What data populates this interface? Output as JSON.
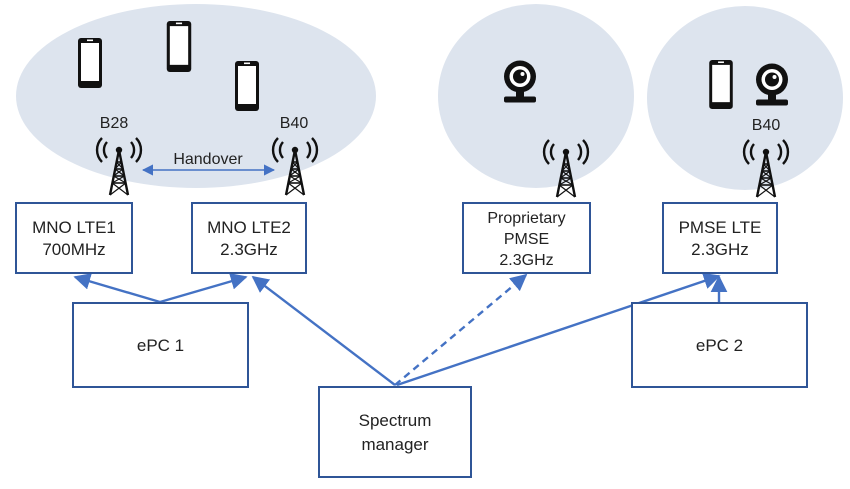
{
  "colors": {
    "cell": "#dde4ee",
    "box_border": "#2f5597",
    "link": "#4472c4",
    "device": "#111111",
    "text": "#222222"
  },
  "cells": [
    {
      "id": "cell-mno"
    },
    {
      "id": "cell-pmse-prop"
    },
    {
      "id": "cell-pmse-lte"
    }
  ],
  "devices": [
    {
      "id": "phone-1",
      "icon": "smartphone-icon"
    },
    {
      "id": "phone-2",
      "icon": "smartphone-icon"
    },
    {
      "id": "phone-3",
      "icon": "smartphone-icon"
    },
    {
      "id": "camera-1",
      "icon": "webcam-icon"
    },
    {
      "id": "phone-4",
      "icon": "smartphone-icon"
    },
    {
      "id": "camera-2",
      "icon": "webcam-icon"
    }
  ],
  "towers": [
    {
      "id": "tower-b28",
      "band": "B28",
      "icon": "antenna-tower-icon"
    },
    {
      "id": "tower-b40-mno",
      "band": "B40",
      "icon": "antenna-tower-icon"
    },
    {
      "id": "tower-prop",
      "band": "",
      "icon": "antenna-tower-icon"
    },
    {
      "id": "tower-b40-pmse",
      "band": "B40",
      "icon": "antenna-tower-icon"
    }
  ],
  "handover_label": "Handover",
  "boxes": [
    {
      "id": "mno-lte1",
      "lines": [
        "MNO LTE1",
        "700MHz"
      ]
    },
    {
      "id": "mno-lte2",
      "lines": [
        "MNO LTE2",
        "2.3GHz"
      ]
    },
    {
      "id": "proprietary-pmse",
      "lines": [
        "Proprietary",
        "PMSE",
        "2.3GHz"
      ]
    },
    {
      "id": "pmse-lte",
      "lines": [
        "PMSE LTE",
        "2.3GHz"
      ]
    },
    {
      "id": "epc-1",
      "lines": [
        "ePC 1"
      ]
    },
    {
      "id": "epc-2",
      "lines": [
        "ePC 2"
      ]
    },
    {
      "id": "spectrum-manager",
      "lines": [
        "Spectrum",
        "manager"
      ]
    }
  ],
  "connections": [
    {
      "from": "epc-1",
      "to": "mno-lte1",
      "style": "solid"
    },
    {
      "from": "epc-1",
      "to": "mno-lte2",
      "style": "solid"
    },
    {
      "from": "spectrum-manager",
      "to": "mno-lte2",
      "style": "solid"
    },
    {
      "from": "spectrum-manager",
      "to": "proprietary-pmse",
      "style": "dashed"
    },
    {
      "from": "spectrum-manager",
      "to": "pmse-lte",
      "style": "solid"
    },
    {
      "from": "epc-2",
      "to": "pmse-lte",
      "style": "solid"
    }
  ]
}
